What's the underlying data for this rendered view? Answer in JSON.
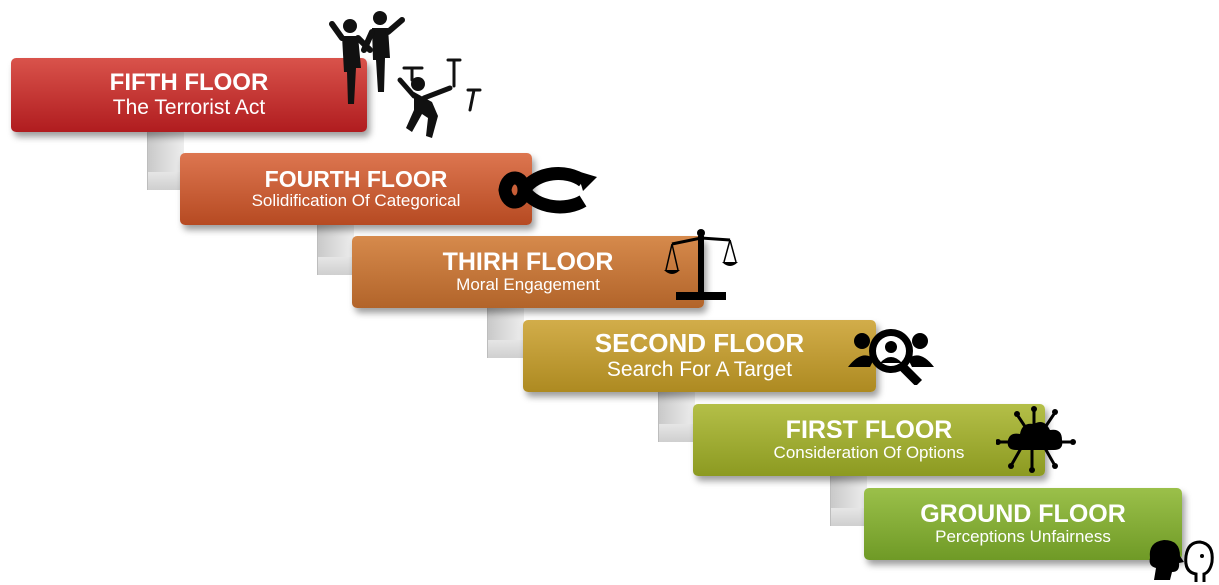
{
  "floors": [
    {
      "title": "FIFTH FLOOR",
      "subtitle": "The Terrorist Act",
      "color_top": "#d9534b",
      "color_bottom": "#b01c1f"
    },
    {
      "title": "FOURTH FLOOR",
      "subtitle": "Solidification Of Categorical",
      "color_top": "#dd7650",
      "color_bottom": "#b64a22"
    },
    {
      "title": "THIRH FLOOR",
      "subtitle": "Moral Engagement",
      "color_top": "#d68a4c",
      "color_bottom": "#b2642a"
    },
    {
      "title": "SECOND FLOOR",
      "subtitle": "Search For A Target",
      "color_top": "#d2ad4a",
      "color_bottom": "#ad8a21"
    },
    {
      "title": "FIRST FLOOR",
      "subtitle": "Consideration Of Options",
      "color_top": "#b4bf48",
      "color_bottom": "#8c9a21"
    },
    {
      "title": "GROUND FLOOR",
      "subtitle": "Perceptions Unfairness",
      "color_top": "#9bc04a",
      "color_bottom": "#6f9a26"
    }
  ],
  "icons": [
    "people-fighting-icon",
    "infinity-cycle-icon",
    "scales-of-justice-icon",
    "user-search-icon",
    "cloud-network-icon",
    "two-heads-icon"
  ]
}
